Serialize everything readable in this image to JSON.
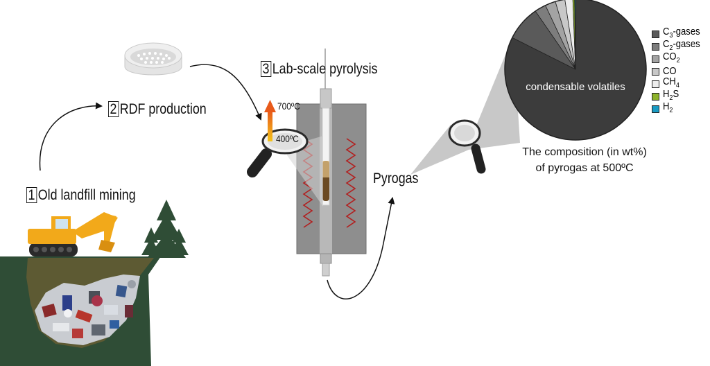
{
  "steps": {
    "landfill": {
      "number": "1",
      "label": "Old landfill mining"
    },
    "rdf": {
      "number": "2",
      "label": "RDF production"
    },
    "pyrolysis": {
      "number": "3",
      "label": "Lab-scale pyrolysis"
    }
  },
  "temperatures": {
    "high": "700ºC",
    "low": "400ºC"
  },
  "pyrogas_label": "Pyrogas",
  "pie_center_label": "condensable volatiles",
  "caption": {
    "line1": "The composition (in wt%)",
    "line2": "of pyrogas at 500ºC"
  },
  "chart_data": {
    "type": "pie",
    "title": "",
    "slices": [
      {
        "name": "condensable volatiles",
        "value": 82.4,
        "color": "#3c3c3c"
      },
      {
        "name": "C3-gases",
        "value": 8.0,
        "color": "#5a5a5a"
      },
      {
        "name": "C2-gases",
        "value": 2.6,
        "color": "#7d7d7d"
      },
      {
        "name": "CO2",
        "value": 2.4,
        "color": "#a3a3a3"
      },
      {
        "name": "CO",
        "value": 2.2,
        "color": "#c8c8c8"
      },
      {
        "name": "CH4",
        "value": 1.8,
        "color": "#ececec"
      },
      {
        "name": "H2S",
        "value": 0.4,
        "color": "#8db32a"
      },
      {
        "name": "H2",
        "value": 0.2,
        "color": "#1a9bc3"
      }
    ],
    "legend_placement": "right"
  },
  "legend": [
    {
      "base": "C",
      "sub": "3",
      "suffix": "-gases",
      "color": "#5a5a5a"
    },
    {
      "base": "C",
      "sub": "2",
      "suffix": "-gases",
      "color": "#7d7d7d"
    },
    {
      "base": "CO",
      "sub": "2",
      "suffix": "",
      "color": "#a3a3a3"
    },
    {
      "base": "CO",
      "sub": "",
      "suffix": "",
      "color": "#c8c8c8"
    },
    {
      "base": "CH",
      "sub": "4",
      "suffix": "",
      "color": "#ececec"
    },
    {
      "base": "H",
      "sub": "2",
      "suffix": "S",
      "color": "#8db32a"
    },
    {
      "base": "H",
      "sub": "2",
      "suffix": "",
      "color": "#1a9bc3"
    }
  ]
}
